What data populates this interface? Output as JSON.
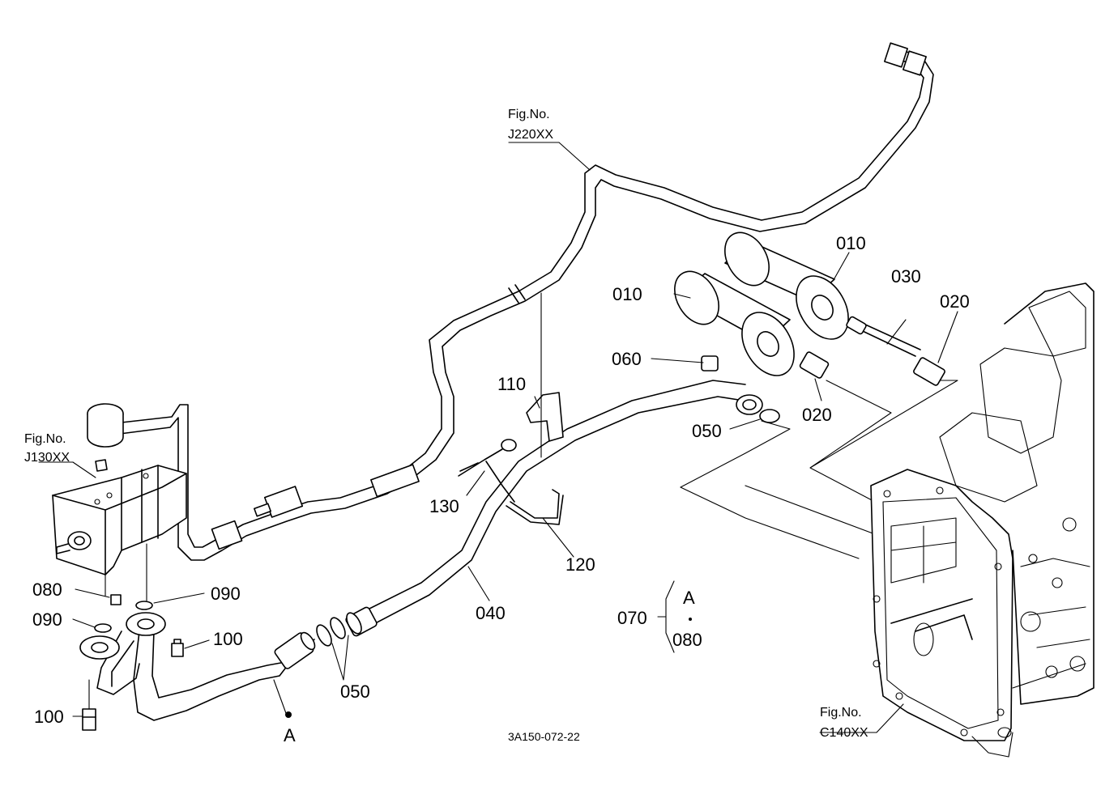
{
  "diagram_code": "3A150-072-22",
  "fig_refs": [
    {
      "id": "fig-j220",
      "line1": "Fig.No.",
      "line2": "J220XX"
    },
    {
      "id": "fig-j130",
      "line1": "Fig.No.",
      "line2": "J130XX"
    },
    {
      "id": "fig-c140",
      "line1": "Fig.No.",
      "line2": "C140XX"
    }
  ],
  "callouts": {
    "p010a": "010",
    "p010b": "010",
    "p030": "030",
    "p020a": "020",
    "p020b": "020",
    "p060": "060",
    "p050a": "050",
    "p050b": "050",
    "p110": "110",
    "p130": "130",
    "p120": "120",
    "p040": "040",
    "p080": "080",
    "p090a": "090",
    "p090b": "090",
    "p100a": "100",
    "p100b": "100"
  },
  "point_label": "A",
  "kit": {
    "part": "070",
    "ref": "A",
    "member": "080"
  }
}
